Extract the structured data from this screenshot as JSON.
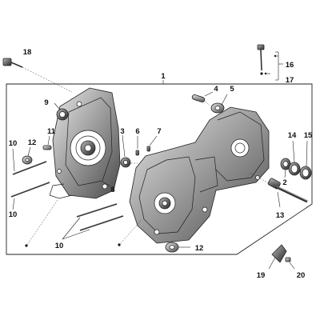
{
  "callouts": [
    {
      "id": "c1",
      "label": "1"
    },
    {
      "id": "c2",
      "label": "2"
    },
    {
      "id": "c3",
      "label": "3"
    },
    {
      "id": "c4",
      "label": "4"
    },
    {
      "id": "c5",
      "label": "5"
    },
    {
      "id": "c6",
      "label": "6"
    },
    {
      "id": "c7",
      "label": "7"
    },
    {
      "id": "c8",
      "label": "8"
    },
    {
      "id": "c9",
      "label": "9"
    },
    {
      "id": "c10a",
      "label": "10"
    },
    {
      "id": "c10b",
      "label": "10"
    },
    {
      "id": "c10c",
      "label": "10"
    },
    {
      "id": "c11",
      "label": "11"
    },
    {
      "id": "c12a",
      "label": "12"
    },
    {
      "id": "c12b",
      "label": "12"
    },
    {
      "id": "c13",
      "label": "13"
    },
    {
      "id": "c14",
      "label": "14"
    },
    {
      "id": "c15",
      "label": "15"
    },
    {
      "id": "c16",
      "label": "16"
    },
    {
      "id": "c17",
      "label": "17"
    },
    {
      "id": "c18",
      "label": "18"
    },
    {
      "id": "c19",
      "label": "19"
    },
    {
      "id": "c20",
      "label": "20"
    }
  ]
}
